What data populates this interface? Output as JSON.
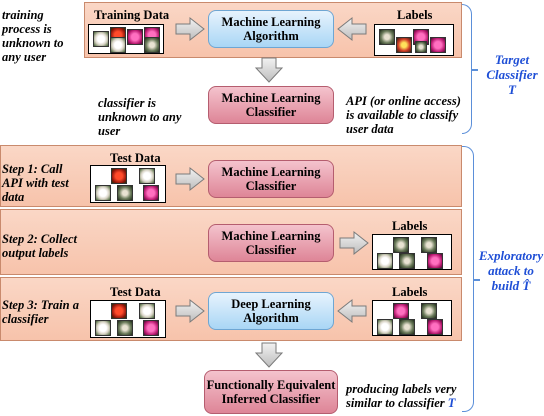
{
  "target": {
    "note_training": "training process is unknown to any user",
    "training_data_label": "Training Data",
    "ml_algorithm": "Machine Learning Algorithm",
    "labels_label": "Labels",
    "note_classifier_unknown": "classifier is unknown to any user",
    "ml_classifier": "Machine Learning Classifier",
    "note_api": "API (or online access) is available to classify user data",
    "brace_label": "Target Classifier T"
  },
  "attack": {
    "step1": "Step 1: Call API with test data",
    "step1_data_label": "Test Data",
    "step1_classifier": "Machine Learning Classifier",
    "step2": "Step 2: Collect output labels",
    "step2_classifier": "Machine Learning Classifier",
    "step2_labels_label": "Labels",
    "step3": "Step 3: Train a classifier",
    "step3_data_label": "Test Data",
    "step3_algorithm": "Deep Learning Algorithm",
    "step3_labels_label": "Labels",
    "inferred_classifier": "Functionally Equivalent Inferred Classifier",
    "note_result": "producing labels very similar to classifier ",
    "note_result_symbol": "T",
    "brace_label": "Exploratory attack to build T̂"
  },
  "colors": {
    "band": "#f7c3ab",
    "blue_box": "#a9d6f5",
    "pink_box": "#de8597",
    "accent": "#1f4fd6"
  }
}
